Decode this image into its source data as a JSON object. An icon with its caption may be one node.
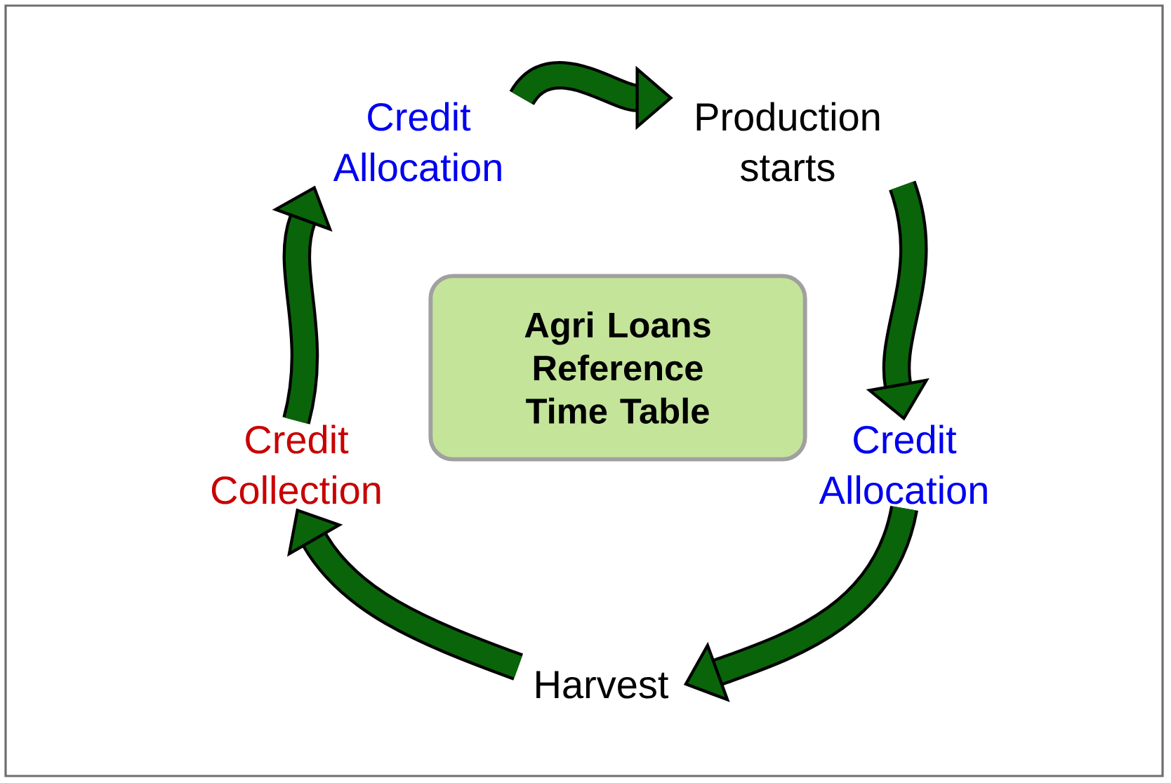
{
  "diagram": {
    "nodes": [
      {
        "text": [
          "Agri Loans Reference Time Table"
        ]
      },
      {
        "text": [
          "Credit Allocation"
        ]
      },
      {
        "text": [
          "Production starts"
        ]
      },
      {
        "text": [
          "Credit Allocation"
        ]
      },
      {
        "text": [
          "Harvest"
        ]
      },
      {
        "text": [
          "Credit Collection"
        ]
      }
    ],
    "edges": [
      {
        "from": 1,
        "to": 2,
        "arrow": "to"
      },
      {
        "from": 2,
        "to": 3,
        "arrow": "to"
      },
      {
        "from": 3,
        "to": 4,
        "arrow": "to"
      },
      {
        "from": 4,
        "to": 5,
        "arrow": "to"
      },
      {
        "from": 5,
        "to": 1,
        "arrow": "to"
      }
    ]
  }
}
